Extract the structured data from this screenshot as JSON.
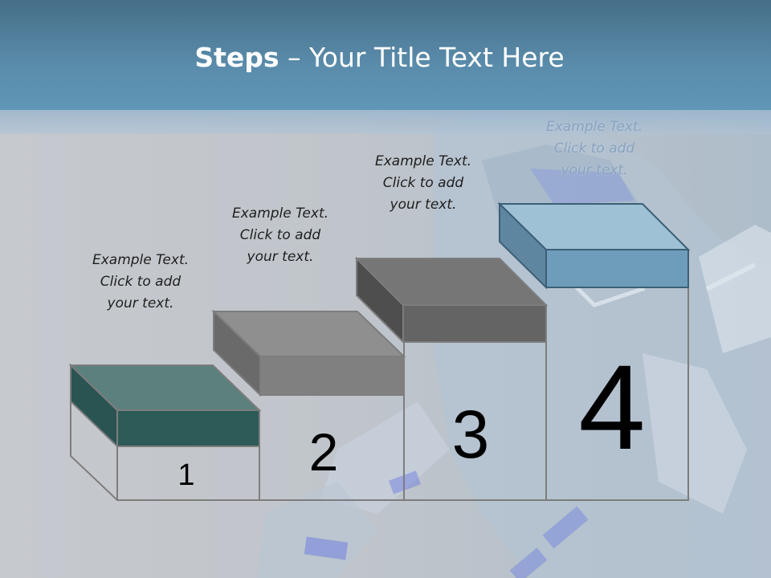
{
  "title": {
    "bold": "Steps",
    "rest": " – Your Title Text Here"
  },
  "steps": [
    {
      "number": "1",
      "text": [
        "Example Text.",
        "Click  to add",
        "your text."
      ],
      "color": "#2d5b58"
    },
    {
      "number": "2",
      "text": [
        "Example Text.",
        "Click  to add",
        "your text."
      ],
      "color": "#808080"
    },
    {
      "number": "3",
      "text": [
        "Example Text.",
        "Click  to add",
        "your text."
      ],
      "color": "#646464"
    },
    {
      "number": "4",
      "text": [
        "Example Text.",
        "Click  to add",
        "your text."
      ],
      "color": "#6e9dbb"
    }
  ],
  "colors": {
    "header": "#5a8cab",
    "background": "#c3c7cc"
  }
}
